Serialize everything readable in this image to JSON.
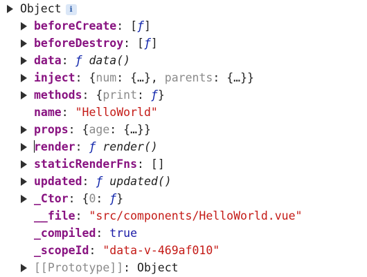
{
  "root": {
    "label": "Object",
    "info_icon": "i"
  },
  "properties": [
    {
      "key": "beforeCreate",
      "parts": [
        {
          "t": ": ",
          "c": "punc"
        },
        {
          "t": "[",
          "c": "punc"
        },
        {
          "t": "ƒ",
          "c": "fsym"
        },
        {
          "t": "]",
          "c": "punc"
        }
      ],
      "expandable": true
    },
    {
      "key": "beforeDestroy",
      "parts": [
        {
          "t": ": ",
          "c": "punc"
        },
        {
          "t": "[",
          "c": "punc"
        },
        {
          "t": "ƒ",
          "c": "fsym"
        },
        {
          "t": "]",
          "c": "punc"
        }
      ],
      "expandable": true
    },
    {
      "key": "data",
      "parts": [
        {
          "t": ": ",
          "c": "punc"
        },
        {
          "t": "ƒ ",
          "c": "fsym"
        },
        {
          "t": "data()",
          "c": "fn"
        }
      ],
      "expandable": true
    },
    {
      "key": "inject",
      "parts": [
        {
          "t": ": {",
          "c": "punc"
        },
        {
          "t": "num",
          "c": "dim"
        },
        {
          "t": ": {…}, ",
          "c": "punc"
        },
        {
          "t": "parents",
          "c": "dim"
        },
        {
          "t": ": {…}}",
          "c": "punc"
        }
      ],
      "expandable": true
    },
    {
      "key": "methods",
      "parts": [
        {
          "t": ": {",
          "c": "punc"
        },
        {
          "t": "print",
          "c": "dim"
        },
        {
          "t": ": ",
          "c": "punc"
        },
        {
          "t": "ƒ",
          "c": "fsym"
        },
        {
          "t": "}",
          "c": "punc"
        }
      ],
      "expandable": true
    },
    {
      "key": "name",
      "parts": [
        {
          "t": ": ",
          "c": "punc"
        },
        {
          "t": "\"HelloWorld\"",
          "c": "str"
        }
      ],
      "expandable": false
    },
    {
      "key": "props",
      "parts": [
        {
          "t": ": {",
          "c": "punc"
        },
        {
          "t": "age",
          "c": "dim"
        },
        {
          "t": ": {…}}",
          "c": "punc"
        }
      ],
      "expandable": true
    },
    {
      "key": "render",
      "parts": [
        {
          "t": ": ",
          "c": "punc"
        },
        {
          "t": "ƒ ",
          "c": "fsym"
        },
        {
          "t": "render()",
          "c": "fn"
        }
      ],
      "expandable": true,
      "caret": true
    },
    {
      "key": "staticRenderFns",
      "parts": [
        {
          "t": ": []",
          "c": "punc"
        }
      ],
      "expandable": true
    },
    {
      "key": "updated",
      "parts": [
        {
          "t": ": ",
          "c": "punc"
        },
        {
          "t": "ƒ ",
          "c": "fsym"
        },
        {
          "t": "updated()",
          "c": "fn"
        }
      ],
      "expandable": true
    },
    {
      "key": "_Ctor",
      "parts": [
        {
          "t": ": {",
          "c": "punc"
        },
        {
          "t": "0",
          "c": "dim"
        },
        {
          "t": ": ",
          "c": "punc"
        },
        {
          "t": "ƒ",
          "c": "fsym"
        },
        {
          "t": "}",
          "c": "punc"
        }
      ],
      "expandable": true
    },
    {
      "key": "__file",
      "parts": [
        {
          "t": ": ",
          "c": "punc"
        },
        {
          "t": "\"src/components/HelloWorld.vue\"",
          "c": "str"
        }
      ],
      "expandable": false
    },
    {
      "key": "_compiled",
      "parts": [
        {
          "t": ": ",
          "c": "punc"
        },
        {
          "t": "true",
          "c": "bool"
        }
      ],
      "expandable": false
    },
    {
      "key": "_scopeId",
      "parts": [
        {
          "t": ": ",
          "c": "punc"
        },
        {
          "t": "\"data-v-469af010\"",
          "c": "str"
        }
      ],
      "expandable": false
    }
  ],
  "prototype": {
    "key": "[[Prototype]]",
    "value": ": Object"
  }
}
